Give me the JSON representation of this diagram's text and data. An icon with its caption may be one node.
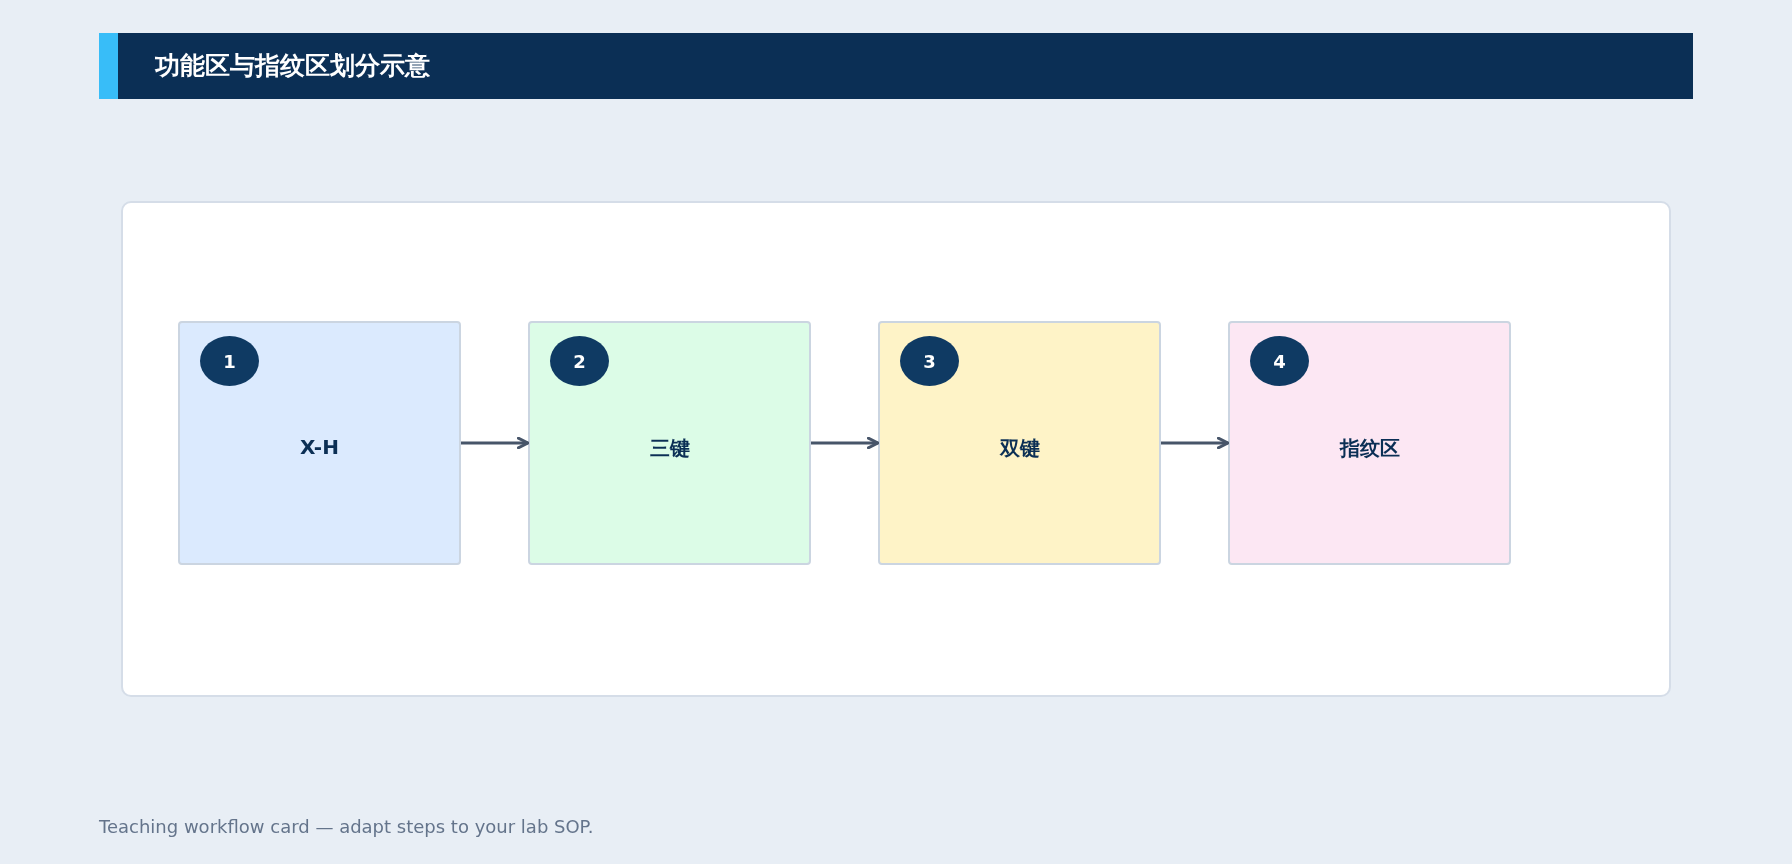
{
  "diagram": {
    "title": "功能区与指纹区划分示意",
    "caption": "Teaching workflow card — adapt steps to your lab SOP.",
    "nodes": [
      {
        "text": [
          "X-H"
        ]
      },
      {
        "text": [
          "1"
        ],
        "in": 0
      },
      {
        "text": [
          "三键"
        ]
      },
      {
        "text": [
          "2"
        ],
        "in": 2
      },
      {
        "text": [
          "双键"
        ]
      },
      {
        "text": [
          "3"
        ],
        "in": 4
      },
      {
        "text": [
          "指纹区"
        ]
      },
      {
        "text": [
          "4"
        ],
        "in": 6
      }
    ],
    "edges": [
      {
        "from": 0,
        "to": 2,
        "arrow": "to"
      },
      {
        "from": 2,
        "to": 4,
        "arrow": "to"
      },
      {
        "from": 4,
        "to": 6,
        "arrow": "to"
      }
    ]
  }
}
